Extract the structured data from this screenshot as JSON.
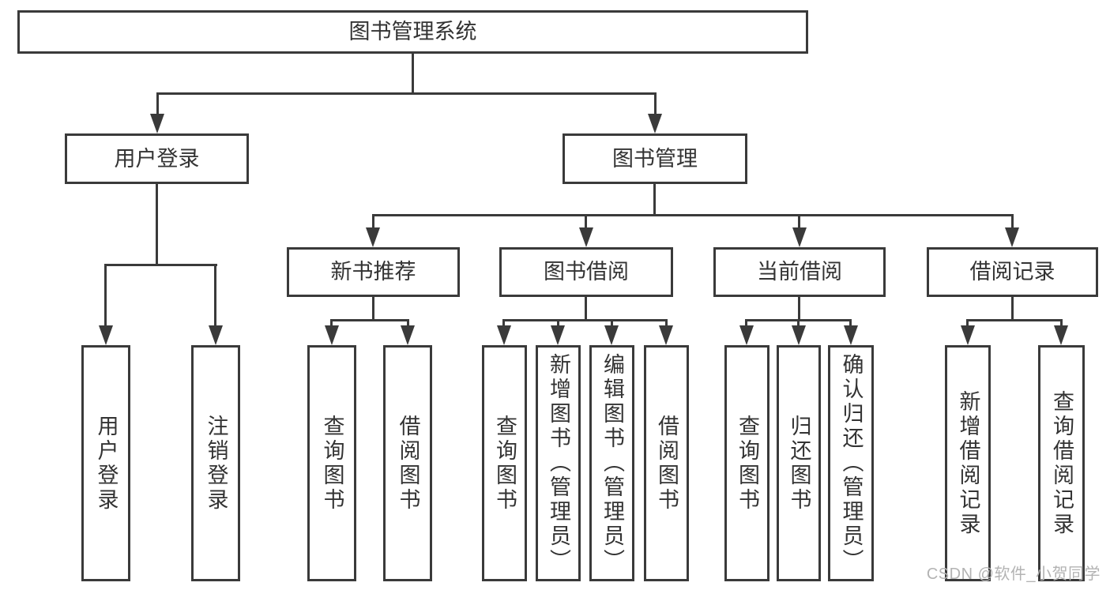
{
  "colors": {
    "line": "#3a3a3a",
    "text": "#333333",
    "watermark": "#b3b3b3",
    "background": "#ffffff"
  },
  "nodes": {
    "root": "图书管理系统",
    "user_login": "用户登录",
    "book_management": "图书管理",
    "new_book_recommendation": "新书推荐",
    "book_borrowing": "图书借阅",
    "current_borrowing": "当前借阅",
    "borrowing_records": "借阅记录",
    "ul_user_login": "用户登录",
    "ul_logout": "注销登录",
    "nbr_query_books": "查询图书",
    "nbr_borrow_books": "借阅图书",
    "bb_query_books": "查询图书",
    "bb_add_books_admin": "新增图书（管理员）",
    "bb_edit_books_admin": "编辑图书（管理员）",
    "bb_borrow_books": "借阅图书",
    "cb_query_books": "查询图书",
    "cb_return_books": "归还图书",
    "cb_confirm_return_admin": "确认归还（管理员）",
    "br_new_borrow_record": "新增借阅记录",
    "br_query_borrow_record": "查询借阅记录"
  },
  "hierarchy": {
    "图书管理系统": {
      "用户登录": [
        "用户登录",
        "注销登录"
      ],
      "图书管理": {
        "新书推荐": [
          "查询图书",
          "借阅图书"
        ],
        "图书借阅": [
          "查询图书",
          "新增图书（管理员）",
          "编辑图书（管理员）",
          "借阅图书"
        ],
        "当前借阅": [
          "查询图书",
          "归还图书",
          "确认归还（管理员）"
        ],
        "借阅记录": [
          "新增借阅记录",
          "查询借阅记录"
        ]
      }
    }
  },
  "watermark": "CSDN @软件_小贺同学"
}
